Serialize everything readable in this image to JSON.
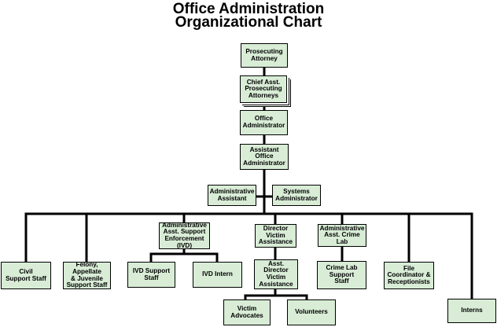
{
  "title": {
    "line1": "Office Administration",
    "line2": "Organizational Chart"
  },
  "nodes": {
    "prosecuting_attorney": "Prosecuting\nAttorney",
    "chief_asst": "Chief Asst.\nProsecuting\nAttorneys",
    "office_administrator": "Office\nAdministrator",
    "assistant_office_administrator": "Assistant\nOffice\nAdministrator",
    "administrative_assistant": "Administrative\nAssistant",
    "systems_administrator": "Systems\nAdministrator",
    "admin_asst_support_enforcement": "Administrative\nAsst. Support\nEnforcement\n(IVD)",
    "director_victim_assistance": "Director\nVictim\nAssistance",
    "admin_asst_crime_lab": "Administrative\nAsst. Crime\nLab",
    "civil_support_staff": "Civil\nSupport Staff",
    "felony_support_staff": "Felony,\nAppellate\n& Juvenile\nSupport Staff",
    "ivd_support_staff": "IVD Support\nStaff",
    "ivd_intern": "IVD Intern",
    "asst_director_victim_assistance": "Asst. Director\nVictim\nAssistance",
    "crime_lab_support_staff": "Crime Lab\nSupport\nStaff",
    "file_coordinator": "File\nCoordinator &\nReceptionists",
    "victim_advocates": "Victim\nAdvocates",
    "volunteers": "Volunteers",
    "interns": "Interns"
  }
}
